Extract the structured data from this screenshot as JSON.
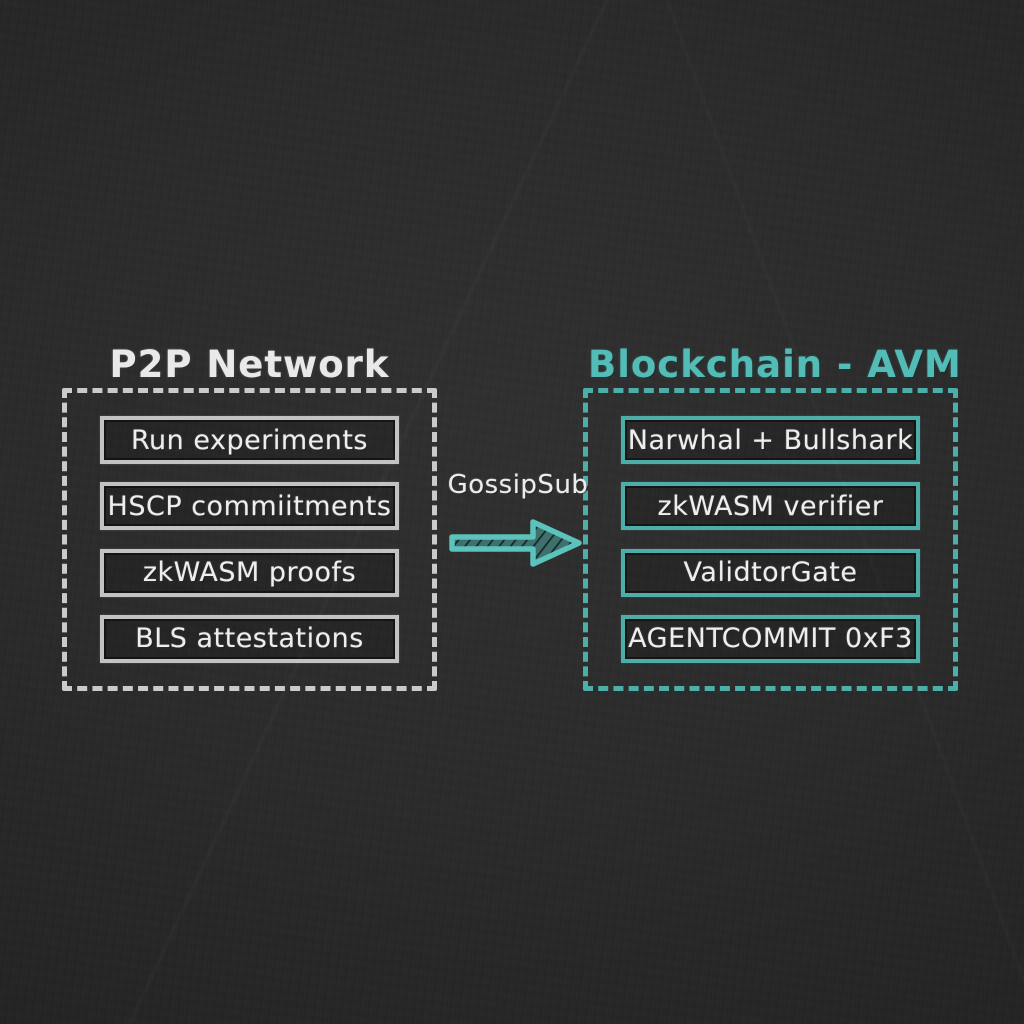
{
  "diagram": {
    "kind": "chalkboard-architecture-diagram",
    "left_panel": {
      "title": "P2P Network",
      "items": [
        "Run experiments",
        "HSCP commiitments",
        "zkWASM proofs",
        "BLS attestations"
      ]
    },
    "right_panel": {
      "title": "Blockchain - AVM",
      "items": [
        "Narwhal + Bullshark",
        "zkWASM verifier",
        "ValidtorGate",
        "AGENTCOMMIT 0xF3"
      ]
    },
    "connector": {
      "label": "GossipSub",
      "direction": "left-to-right"
    },
    "colors": {
      "background": "#262626",
      "chalk_white": "#e9e9e9",
      "chalk_teal": "#53bcb6"
    }
  }
}
